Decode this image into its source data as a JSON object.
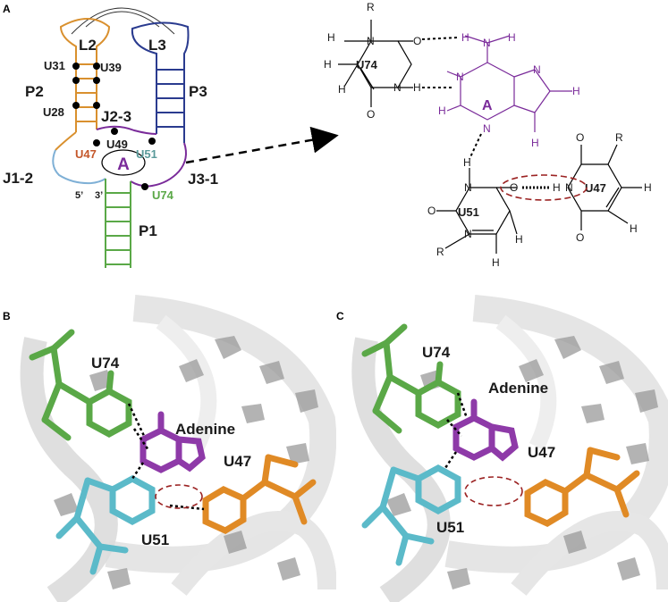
{
  "panels": {
    "a": "A",
    "b": "B",
    "c": "C"
  },
  "schematic": {
    "loop_l2": "L2",
    "loop_l3": "L3",
    "stem_p1": "P1",
    "stem_p2": "P2",
    "stem_p3": "P3",
    "junction_j12": "J1-2",
    "junction_j23": "J2-3",
    "junction_j31": "J3-1",
    "end5": "5’",
    "end3": "3’",
    "ligand": "A",
    "u31": "U31",
    "u39": "U39",
    "u28": "U28",
    "u49": "U49",
    "u47": "U47",
    "u51": "U51",
    "u74": "U74"
  },
  "chem": {
    "u74_label": "U74",
    "adenine_label": "A",
    "u51_label": "U51",
    "u47_label": "U47",
    "R": "R",
    "N": "N",
    "O": "O",
    "H": "H"
  },
  "structure_b": {
    "u74": "U74",
    "adenine": "Adenine",
    "u47": "U47",
    "u51": "U51"
  },
  "structure_c": {
    "u74": "U74",
    "adenine": "Adenine",
    "u47": "U47",
    "u51": "U51"
  },
  "colors": {
    "orange": "#d9902e",
    "navy": "#2a3b8f",
    "green": "#5aa847",
    "purple": "#7a2b9a",
    "teal": "#5a9a9a",
    "red": "#c4572a",
    "cyan": "#5bbac9",
    "brick": "#9b2222"
  }
}
